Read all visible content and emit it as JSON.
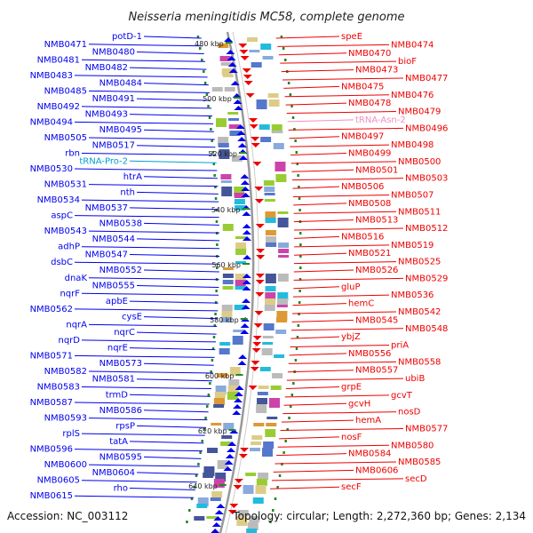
{
  "title": "Neisseria meningitidis MC58, complete genome",
  "footer": {
    "accession": "Accession: NC_003112",
    "summary": "Topology: circular; Length: 2,272,360 bp; Genes: 2,134"
  },
  "colors": {
    "forward": "#0000ee",
    "reverse": "#ee0000",
    "trna_forward": "#00a0d0",
    "trna_reverse": "#ee90c0",
    "backbone": "#999999",
    "tick": "#228822"
  },
  "tick_labels": [
    "480 kbp",
    "500 kbp",
    "520 kbp",
    "540 kbp",
    "560 kbp",
    "580 kbp",
    "600 kbp",
    "620 kbp",
    "640 kbp"
  ],
  "left_genes": [
    "potD-1",
    "NMB0471",
    "NMB0480",
    "NMB0481",
    "NMB0482",
    "NMB0483",
    "NMB0484",
    "NMB0485",
    "NMB0491",
    "NMB0492",
    "NMB0493",
    "NMB0494",
    "NMB0495",
    "NMB0505",
    "NMB0517",
    "rbn",
    "tRNA-Pro-2",
    "NMB0530",
    "htrA",
    "NMB0531",
    "nth",
    "NMB0534",
    "NMB0537",
    "aspC",
    "NMB0538",
    "NMB0543",
    "NMB0544",
    "adhP",
    "NMB0547",
    "dsbC",
    "NMB0552",
    "dnaK",
    "NMB0555",
    "nqrF",
    "apbE",
    "NMB0562",
    "cysE",
    "nqrA",
    "nqrC",
    "nqrD",
    "nqrE",
    "NMB0571",
    "NMB0573",
    "NMB0582",
    "NMB0581",
    "NMB0583",
    "trmD",
    "NMB0587",
    "NMB0586",
    "NMB0593",
    "rpsP",
    "rplS",
    "tatA",
    "NMB0596",
    "NMB0595",
    "NMB0600",
    "NMB0604",
    "NMB0605",
    "rho",
    "NMB0615"
  ],
  "right_genes": [
    "speE",
    "NMB0474",
    "NMB0470",
    "bioF",
    "NMB0473",
    "NMB0477",
    "NMB0475",
    "NMB0476",
    "NMB0478",
    "NMB0479",
    "tRNA-Asn-2",
    "NMB0496",
    "NMB0497",
    "NMB0498",
    "NMB0499",
    "NMB0500",
    "NMB0501",
    "NMB0503",
    "NMB0506",
    "NMB0507",
    "NMB0508",
    "NMB0511",
    "NMB0513",
    "NMB0512",
    "NMB0516",
    "NMB0519",
    "NMB0521",
    "NMB0525",
    "NMB0526",
    "NMB0529",
    "gluP",
    "NMB0536",
    "hemC",
    "NMB0542",
    "NMB0545",
    "NMB0548",
    "ybjZ",
    "priA",
    "NMB0556",
    "NMB0558",
    "NMB0557",
    "ubiB",
    "grpE",
    "gcvT",
    "gcvH",
    "nosD",
    "hemA",
    "NMB0577",
    "nosF",
    "NMB0580",
    "NMB0584",
    "NMB0585",
    "NMB0606",
    "secD",
    "secF"
  ]
}
